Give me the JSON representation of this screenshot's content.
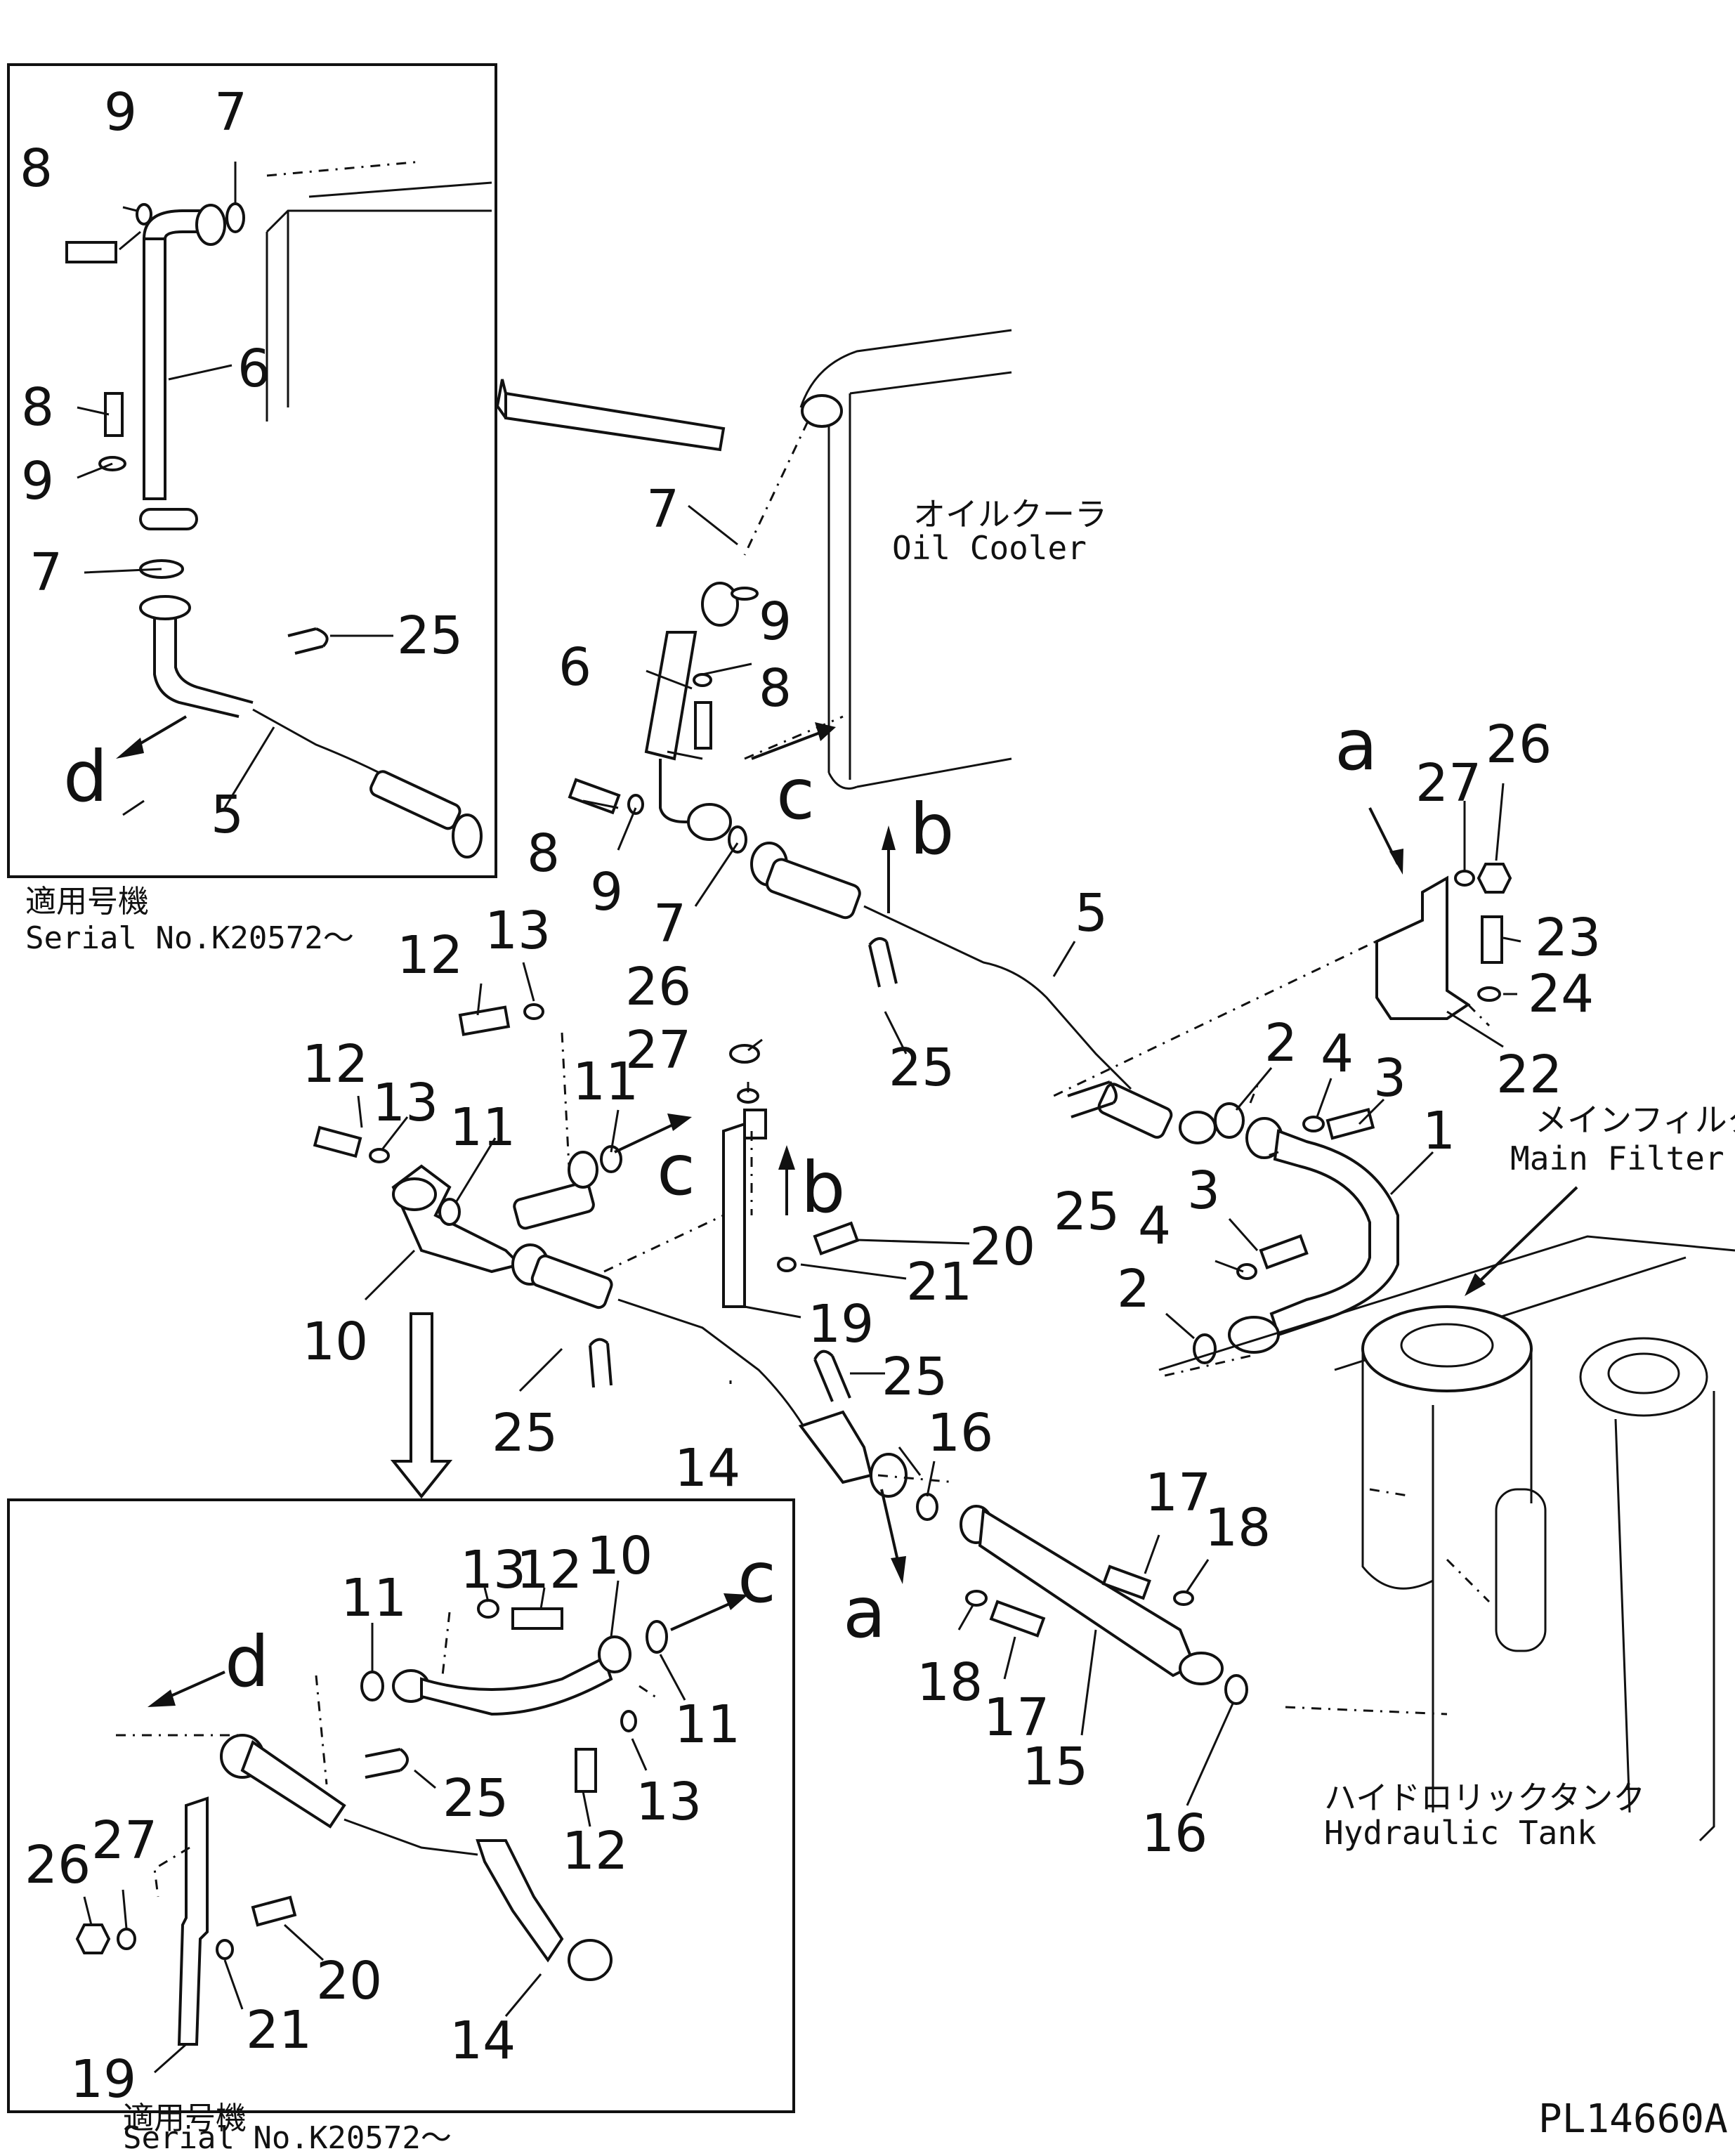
{
  "drawing_id": "PL14660A",
  "inset_top": {
    "applicability_jp": "適用号機",
    "serial": "Serial No.K20572～",
    "callouts": [
      "9",
      "7",
      "8",
      "6",
      "8",
      "9",
      "7",
      "25",
      "d",
      "5"
    ]
  },
  "inset_bottom": {
    "applicability_jp": "適用号機",
    "serial": "Serial No.K20572～",
    "callouts": [
      "13",
      "12",
      "10",
      "11",
      "c",
      "d",
      "11",
      "25",
      "11",
      "27",
      "26",
      "13",
      "12",
      "20",
      "21",
      "14",
      "19"
    ]
  },
  "main": {
    "callouts": [
      "7",
      "9",
      "6",
      "8",
      "8",
      "9",
      "7",
      "c",
      "b",
      "5",
      "25",
      "a",
      "27",
      "26",
      "23",
      "24",
      "22",
      "13",
      "12",
      "26",
      "27",
      "12",
      "13",
      "11",
      "11",
      "c",
      "b",
      "2",
      "4",
      "3",
      "1",
      "25",
      "3",
      "4",
      "20",
      "21",
      "19",
      "2",
      "10",
      "25",
      "25",
      "14",
      "16",
      "17",
      "18",
      "a",
      "18",
      "17",
      "15",
      "16"
    ]
  },
  "labels": {
    "oil_cooler_jp": "オイルクーラ",
    "oil_cooler_en": "Oil Cooler",
    "main_filter_jp": "メインフィルタ",
    "main_filter_en": "Main Filter",
    "hydraulic_tank_jp": "ハイドロリックタンク",
    "hydraulic_tank_en": "Hydraulic Tank"
  }
}
